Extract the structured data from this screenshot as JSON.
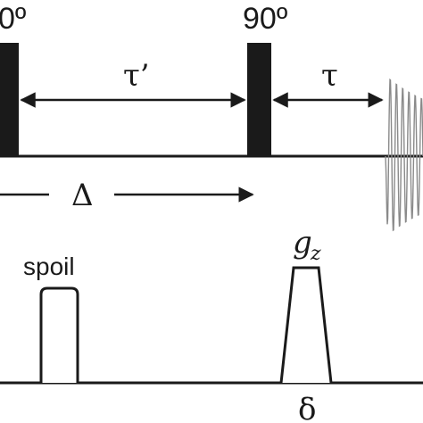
{
  "rf": {
    "pulse1_label": "0º",
    "pulse2_label": "90º",
    "tau_prime_label": "τ’",
    "tau_label": "τ"
  },
  "timing": {
    "delta_big_label": "Δ"
  },
  "gradients": {
    "spoil_label": "spoil",
    "gz_label": "g",
    "gz_sub": "z",
    "delta_small_label": "δ"
  },
  "colors": {
    "ink": "#1a1a1a",
    "fid": "#8a8a8a",
    "background": "#ffffff"
  }
}
